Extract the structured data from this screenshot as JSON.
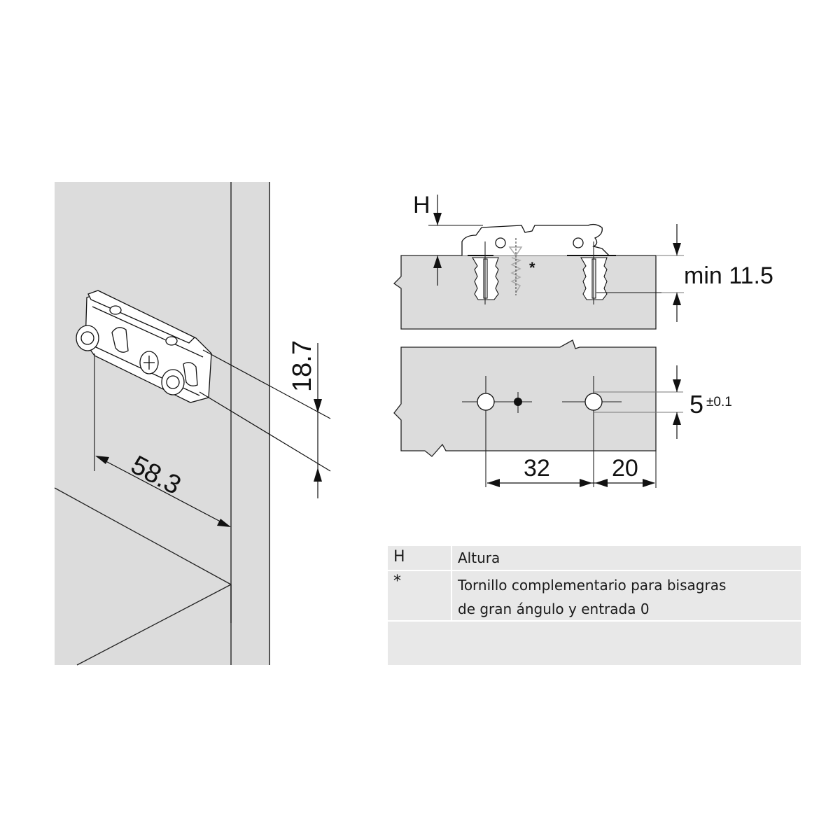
{
  "figure": {
    "left_view": {
      "description": "Isometric view of mounting plate fixed to cabinet side panel",
      "dimensions": {
        "distance_from_front_edge": "58.3",
        "plate_height": "18.7"
      }
    },
    "top_right_view": {
      "description": "Side section of mounting plate with expansion dowels in panel",
      "labels": {
        "height": "H",
        "asterisk": "*",
        "min_depth": "min 11.5"
      }
    },
    "bottom_right_view": {
      "description": "Drilling pattern on panel",
      "dimensions": {
        "hole_spacing": "32",
        "edge_distance": "20",
        "offset_value": "5",
        "offset_tolerance": "±0.1"
      }
    }
  },
  "legend": {
    "rows": [
      {
        "key": "H",
        "value_lines": [
          "Altura"
        ]
      },
      {
        "key": "*",
        "value_lines": [
          "Tornillo complementario para bisagras",
          "de gran ángulo y entrada 0"
        ]
      }
    ]
  },
  "colors": {
    "panel_fill": "#dcdcdc",
    "line": "#1a1a1a",
    "legend_bg": "#e8e8e8",
    "background": "#ffffff"
  }
}
